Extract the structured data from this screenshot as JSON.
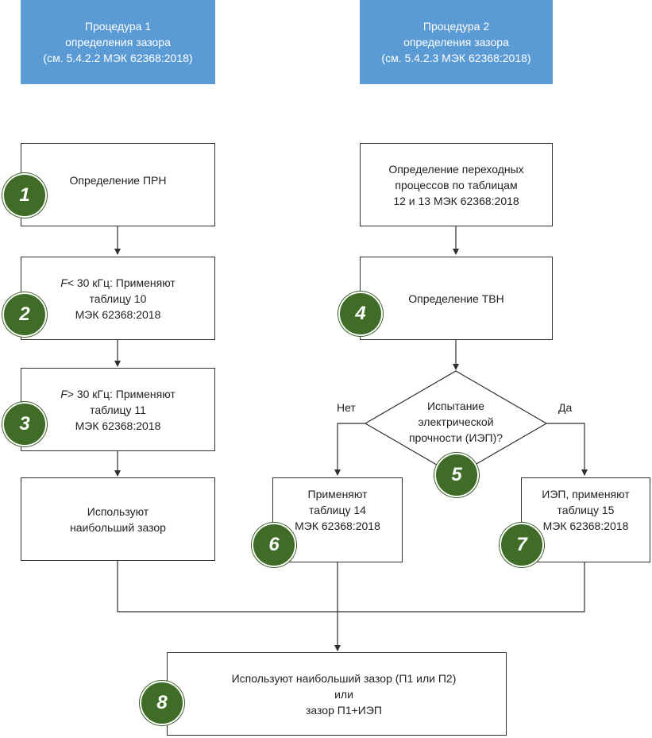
{
  "headers": {
    "left": [
      "Процедура 1",
      "определения зазора",
      "(см. 5.4.2.2 МЭК 62368:2018)"
    ],
    "right": [
      "Процедура 2",
      "определения зазора",
      "(см. 5.4.2.3 МЭК 62368:2018)"
    ]
  },
  "boxes": {
    "b1": [
      "Определение ПРН"
    ],
    "b2": {
      "var": "F",
      "rest": "< 30 кГц: Применяют",
      "lines": [
        "таблицу 10",
        "МЭК 62368:2018"
      ]
    },
    "b3": {
      "var": "F",
      "rest": "> 30 кГц: Применяют",
      "lines": [
        "таблицу 11",
        "МЭК 62368:2018"
      ]
    },
    "b_use": [
      "Используют",
      "наибольший зазор"
    ],
    "b_trans": [
      "Определение переходных",
      "процессов по таблицам",
      "12 и 13 МЭК 62368:2018"
    ],
    "b4": [
      "Определение ТВН"
    ],
    "decision": [
      "Испытание",
      "электрической",
      "прочности (ИЭП)?"
    ],
    "b6": [
      "Применяют",
      "таблицу 14",
      "МЭК 62368:2018"
    ],
    "b7": [
      "ИЭП, применяют",
      "таблицу 15",
      "МЭК 62368:2018"
    ],
    "b8": [
      "Используют наибольший зазор (П1 или П2)",
      "или",
      "зазор П1+ИЭП"
    ]
  },
  "labels": {
    "no": "Нет",
    "yes": "Да"
  },
  "badges": [
    "1",
    "2",
    "3",
    "4",
    "5",
    "6",
    "7",
    "8"
  ],
  "colors": {
    "header": "#5b9bd5",
    "badge": "#3f6c26",
    "line": "#2f2f2f"
  }
}
